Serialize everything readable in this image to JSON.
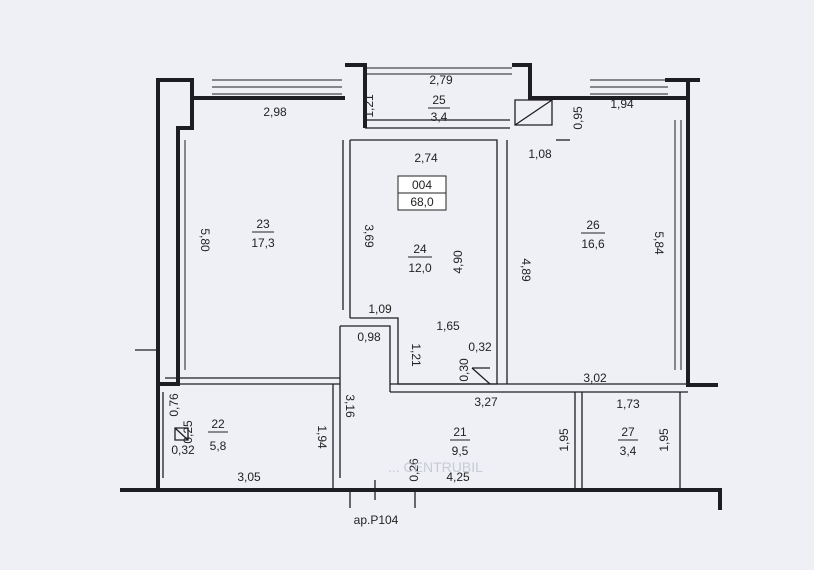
{
  "apartment": {
    "number": "004",
    "total_area": "68,0"
  },
  "entrance_label": "ар.Р104",
  "watermark": "... CENTRUBIL",
  "rooms": [
    {
      "id": "21",
      "area": "9,5"
    },
    {
      "id": "22",
      "area": "5,8"
    },
    {
      "id": "23",
      "area": "17,3"
    },
    {
      "id": "24",
      "area": "12,0"
    },
    {
      "id": "25",
      "area": "3,4"
    },
    {
      "id": "26",
      "area": "16,6"
    },
    {
      "id": "27",
      "area": "3,4"
    }
  ],
  "dimensions": {
    "d_2_98": "2,98",
    "d_5_80": "5,80",
    "d_2_79": "2,79",
    "d_1_21_top": "1,21",
    "d_2_74": "2,74",
    "d_3_69": "3,69",
    "d_4_90": "4,90",
    "d_1_09": "1,09",
    "d_0_98": "0,98",
    "d_1_21_mid": "1,21",
    "d_1_65": "1,65",
    "d_0_30": "0,30",
    "d_0_32_mid": "0,32",
    "d_1_94": "1,94",
    "d_0_95": "0,95",
    "d_1_08": "1,08",
    "d_4_89": "4,89",
    "d_5_84": "5,84",
    "d_3_02": "3,02",
    "d_3_27": "3,27",
    "d_0_76": "0,76",
    "d_0_25": "0,25",
    "d_0_32_low": "0,32",
    "d_3_16": "3,16",
    "d_1_94_low": "1,94",
    "d_3_05": "3,05",
    "d_0_26": "0,26",
    "d_4_25": "4,25",
    "d_1_95_a": "1,95",
    "d_1_73": "1,73",
    "d_1_95_b": "1,95"
  }
}
